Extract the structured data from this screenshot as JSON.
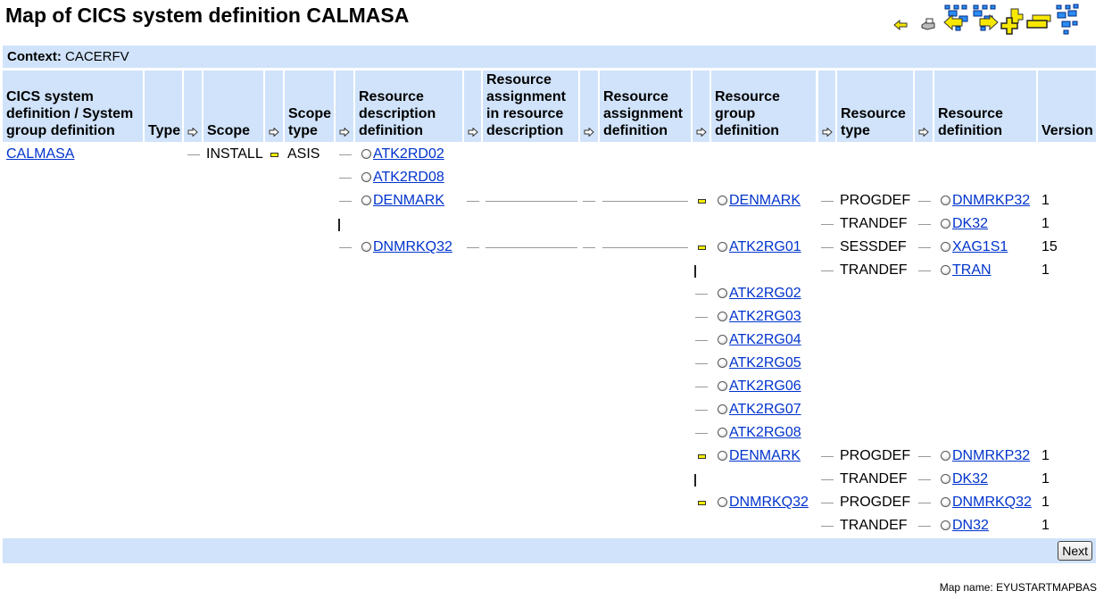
{
  "page": {
    "title": "Map of CICS system definition CALMASA",
    "context_label": "Context:",
    "context_value": "CACERFV",
    "map_name_label": "Map name:",
    "map_name_value": "EYUSTARTMAPBAS",
    "next_label": "Next"
  },
  "toolbar": {
    "icons": [
      "back-icon",
      "print-icon",
      "map-left-icon",
      "map-right-icon",
      "expand-all-icon",
      "collapse-all-icon",
      "map-icon"
    ]
  },
  "colors": {
    "header_bg": "#d0e3fa",
    "link": "#0033cc",
    "expander": "#f4ee00"
  },
  "columns": [
    {
      "label": "CICS system definition / System group definition"
    },
    {
      "label": "Type"
    },
    {
      "label": "Scope"
    },
    {
      "label": "Scope type"
    },
    {
      "label": "Resource description definition"
    },
    {
      "label": "Resource assignment in resource description"
    },
    {
      "label": "Resource assignment definition"
    },
    {
      "label": "Resource group definition"
    },
    {
      "label": "Resource type"
    },
    {
      "label": "Resource definition"
    },
    {
      "label": "Version"
    }
  ],
  "root": {
    "system_definition": "CALMASA",
    "scope": "INSTALL",
    "scope_type": "ASIS"
  },
  "resource_descriptions": [
    "ATK2RD02",
    "ATK2RD08",
    "DENMARK",
    "DNMRKQ32"
  ],
  "resource_groups": [
    {
      "name": "DENMARK",
      "row": 2
    },
    {
      "name": "ATK2RG01",
      "row": 4
    },
    {
      "name": "ATK2RG02",
      "row": 6
    },
    {
      "name": "ATK2RG03",
      "row": 7
    },
    {
      "name": "ATK2RG04",
      "row": 8
    },
    {
      "name": "ATK2RG05",
      "row": 9
    },
    {
      "name": "ATK2RG06",
      "row": 10
    },
    {
      "name": "ATK2RG07",
      "row": 11
    },
    {
      "name": "ATK2RG08",
      "row": 12
    },
    {
      "name": "DENMARK",
      "row": 13
    },
    {
      "name": "DNMRKQ32",
      "row": 15
    }
  ],
  "resources": [
    {
      "row": 2,
      "type": "PROGDEF",
      "definition": "DNMRKP32",
      "version": "1"
    },
    {
      "row": 3,
      "type": "TRANDEF",
      "definition": "DK32",
      "version": "1"
    },
    {
      "row": 4,
      "type": "SESSDEF",
      "definition": "XAG1S1",
      "version": "15"
    },
    {
      "row": 5,
      "type": "TRANDEF",
      "definition": "TRAN",
      "version": "1"
    },
    {
      "row": 13,
      "type": "PROGDEF",
      "definition": "DNMRKP32",
      "version": "1"
    },
    {
      "row": 14,
      "type": "TRANDEF",
      "definition": "DK32",
      "version": "1"
    },
    {
      "row": 15,
      "type": "PROGDEF",
      "definition": "DNMRKQ32",
      "version": "1"
    },
    {
      "row": 16,
      "type": "TRANDEF",
      "definition": "DN32",
      "version": "1"
    }
  ]
}
